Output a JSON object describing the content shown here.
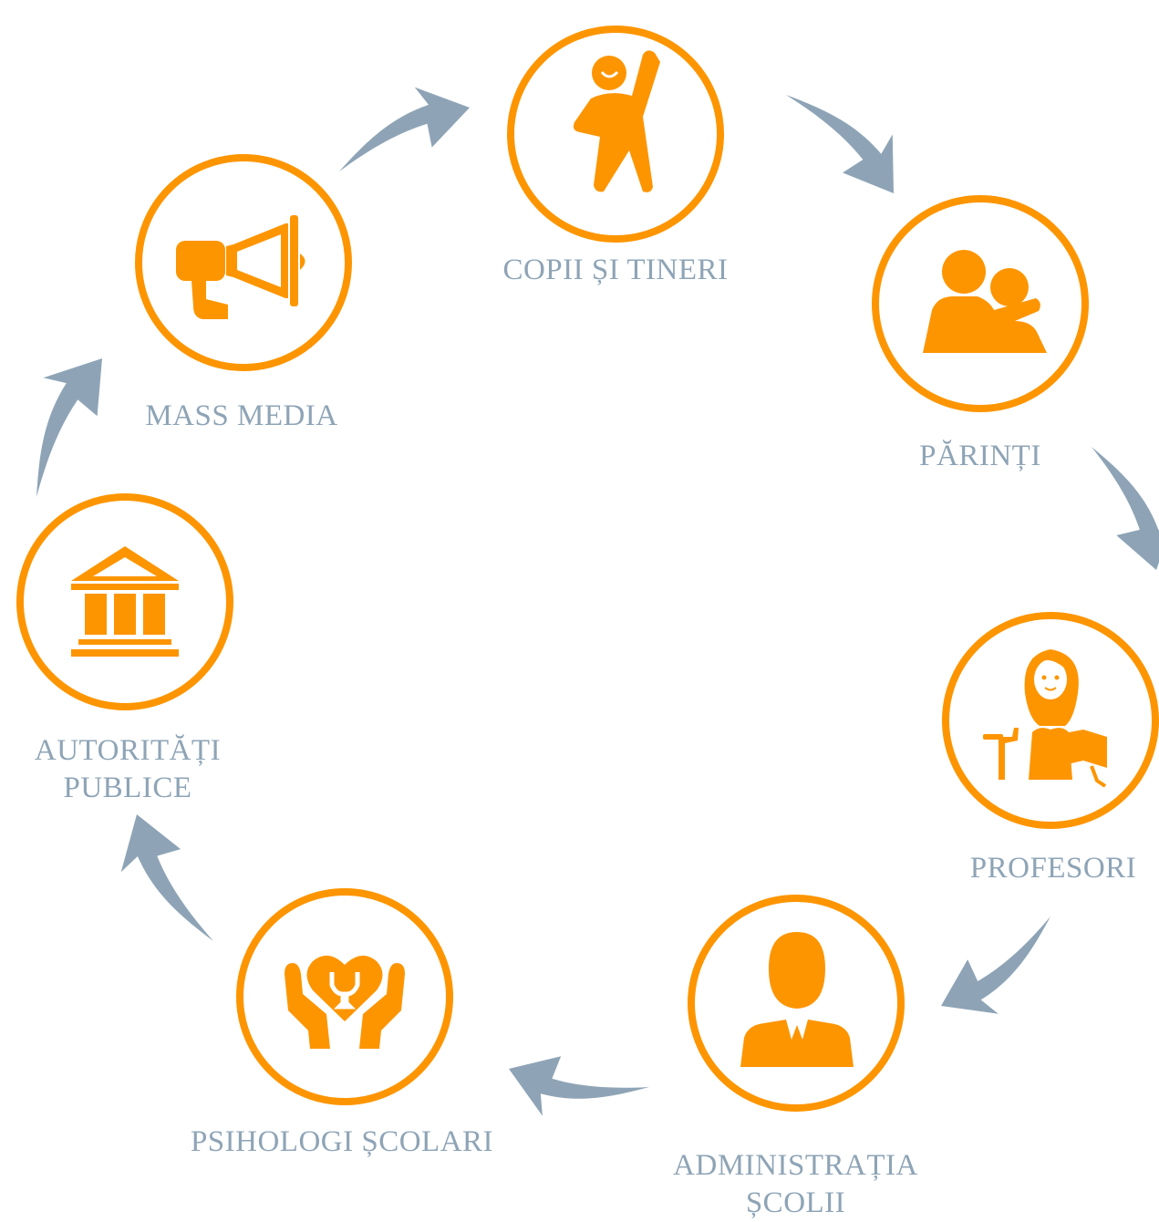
{
  "colors": {
    "accent": "#fd9500",
    "arrow": "#8ea4b6",
    "label": "#8ea4b6",
    "background": "#ffffff"
  },
  "nodes": [
    {
      "id": "copii",
      "icon": "child-waving-icon",
      "lines": [
        "COPII ȘI TINERI"
      ]
    },
    {
      "id": "parinti",
      "icon": "parent-hugging-child-icon",
      "lines": [
        "PĂRINȚI"
      ]
    },
    {
      "id": "profesori",
      "icon": "teacher-with-book-icon",
      "lines": [
        "PROFESORI"
      ]
    },
    {
      "id": "administratia",
      "icon": "administrator-icon",
      "lines": [
        "ADMINISTRAȚIA",
        "ȘCOLII"
      ]
    },
    {
      "id": "psihologi",
      "icon": "hands-holding-heart-psi-icon",
      "lines": [
        "PSIHOLOGI ȘCOLARI"
      ]
    },
    {
      "id": "autoritati",
      "icon": "government-building-icon",
      "lines": [
        "AUTORITĂȚI",
        "PUBLICE"
      ]
    },
    {
      "id": "media",
      "icon": "megaphone-icon",
      "lines": [
        "MASS MEDIA"
      ]
    }
  ],
  "flow_direction": "clockwise"
}
